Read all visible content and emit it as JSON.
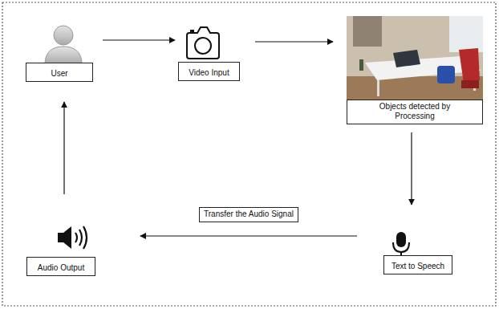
{
  "diagram": {
    "nodes": [
      {
        "text": [
          "User"
        ]
      },
      {
        "text": [
          "Video Input"
        ]
      },
      {
        "text": [
          "Objects detected by Processing"
        ]
      },
      {
        "text": [
          "Text to Speech"
        ]
      },
      {
        "text": [
          "Audio Output"
        ]
      }
    ],
    "edges": [
      {
        "from": 0,
        "to": 1,
        "arrow": "to"
      },
      {
        "from": 1,
        "to": 2,
        "arrow": "to"
      },
      {
        "from": 2,
        "to": 3,
        "arrow": "to"
      },
      {
        "from": 3,
        "to": 4,
        "label": "Transfer the Audio Signal",
        "arrow": "to"
      },
      {
        "from": 4,
        "to": 0,
        "arrow": "to"
      }
    ]
  }
}
